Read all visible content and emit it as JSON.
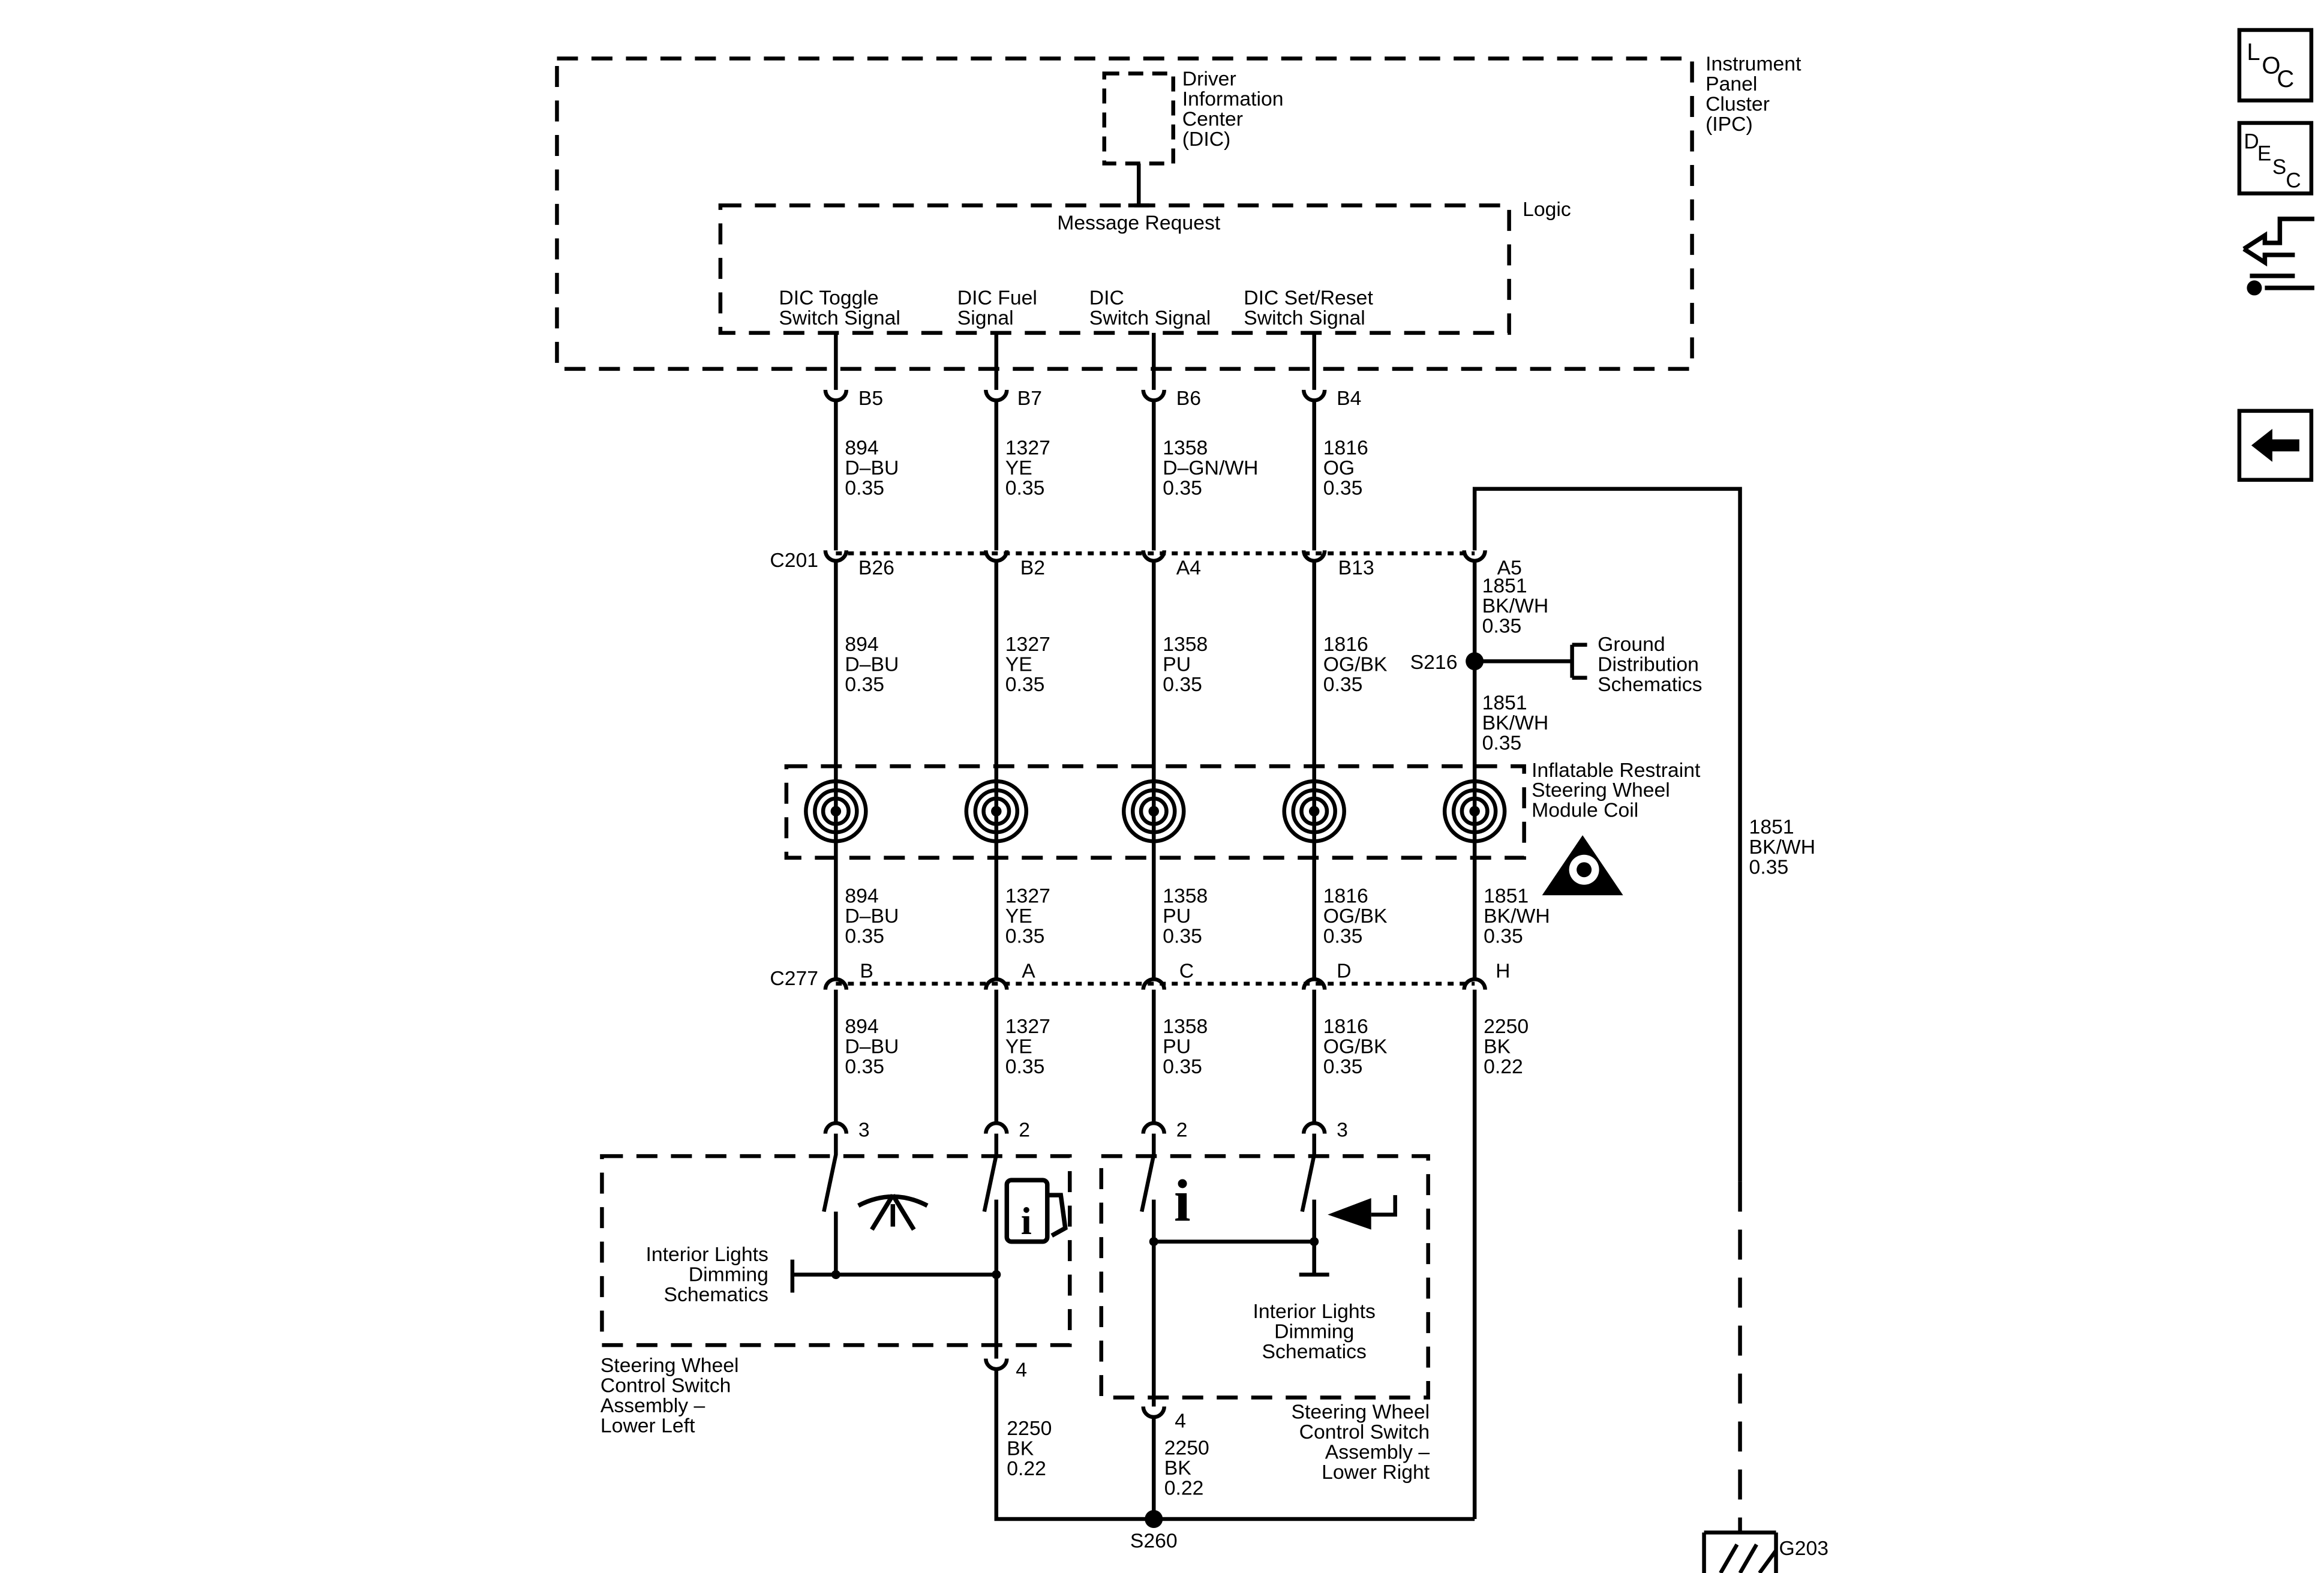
{
  "ipc": {
    "title": [
      "Instrument",
      "Panel",
      "Cluster",
      "(IPC)"
    ],
    "dic": [
      "Driver",
      "Information",
      "Center",
      "(DIC)"
    ],
    "logic": "Logic",
    "message_request": "Message Request",
    "signals": [
      [
        "DIC Toggle",
        "Switch Signal"
      ],
      [
        "DIC Fuel",
        "Signal"
      ],
      [
        "DIC",
        "Switch Signal"
      ],
      [
        "DIC Set/Reset",
        "Switch Signal"
      ]
    ]
  },
  "pins_top": [
    "B5",
    "B7",
    "B6",
    "B4"
  ],
  "wires_top": [
    [
      "894",
      "D–BU",
      "0.35"
    ],
    [
      "1327",
      "YE",
      "0.35"
    ],
    [
      "1358",
      "D–GN/WH",
      "0.35"
    ],
    [
      "1816",
      "OG",
      "0.35"
    ]
  ],
  "c201": {
    "label": "C201",
    "pins": [
      "B26",
      "B2",
      "A4",
      "B13",
      "A5"
    ]
  },
  "wires_mid": [
    [
      "894",
      "D–BU",
      "0.35"
    ],
    [
      "1327",
      "YE",
      "0.35"
    ],
    [
      "1358",
      "PU",
      "0.35"
    ],
    [
      "1816",
      "OG/BK",
      "0.35"
    ]
  ],
  "ground_wire_a5": [
    "1851",
    "BK/WH",
    "0.35"
  ],
  "splice_s216": "S216",
  "ground_distribution": [
    "Ground",
    "Distribution",
    "Schematics"
  ],
  "ground_wire_s216": [
    "1851",
    "BK/WH",
    "0.35"
  ],
  "coil": [
    "Inflatable Restraint",
    "Steering Wheel",
    "Module Coil"
  ],
  "right_wire": [
    "1851",
    "BK/WH",
    "0.35"
  ],
  "wires_below_coil": [
    [
      "894",
      "D–BU",
      "0.35"
    ],
    [
      "1327",
      "YE",
      "0.35"
    ],
    [
      "1358",
      "PU",
      "0.35"
    ],
    [
      "1816",
      "OG/BK",
      "0.35"
    ],
    [
      "1851",
      "BK/WH",
      "0.35"
    ]
  ],
  "c277": {
    "label": "C277",
    "pins": [
      "B",
      "A",
      "C",
      "D",
      "H"
    ]
  },
  "wires_below_c277": [
    [
      "894",
      "D–BU",
      "0.35"
    ],
    [
      "1327",
      "YE",
      "0.35"
    ],
    [
      "1358",
      "PU",
      "0.35"
    ],
    [
      "1816",
      "OG/BK",
      "0.35"
    ],
    [
      "2250",
      "BK",
      "0.22"
    ]
  ],
  "switch_pins": [
    "3",
    "2",
    "2",
    "3"
  ],
  "left_assembly": {
    "dimming": [
      "Interior Lights",
      "Dimming",
      "Schematics"
    ],
    "name": [
      "Steering Wheel",
      "Control Switch",
      "Assembly –",
      "Lower Left"
    ],
    "ground_pin": "4",
    "ground_wire": [
      "2250",
      "BK",
      "0.22"
    ]
  },
  "right_assembly": {
    "dimming": [
      "Interior Lights",
      "Dimming",
      "Schematics"
    ],
    "name": [
      "Steering Wheel",
      "Control Switch",
      "Assembly –",
      "Lower Right"
    ],
    "ground_pin": "4",
    "ground_wire": [
      "2250",
      "BK",
      "0.22"
    ]
  },
  "splice_s260": "S260",
  "ground_g203": "G203",
  "nav": {
    "loc": [
      "L",
      "O",
      "C"
    ],
    "desc": [
      "D",
      "E",
      "S",
      "C"
    ]
  }
}
